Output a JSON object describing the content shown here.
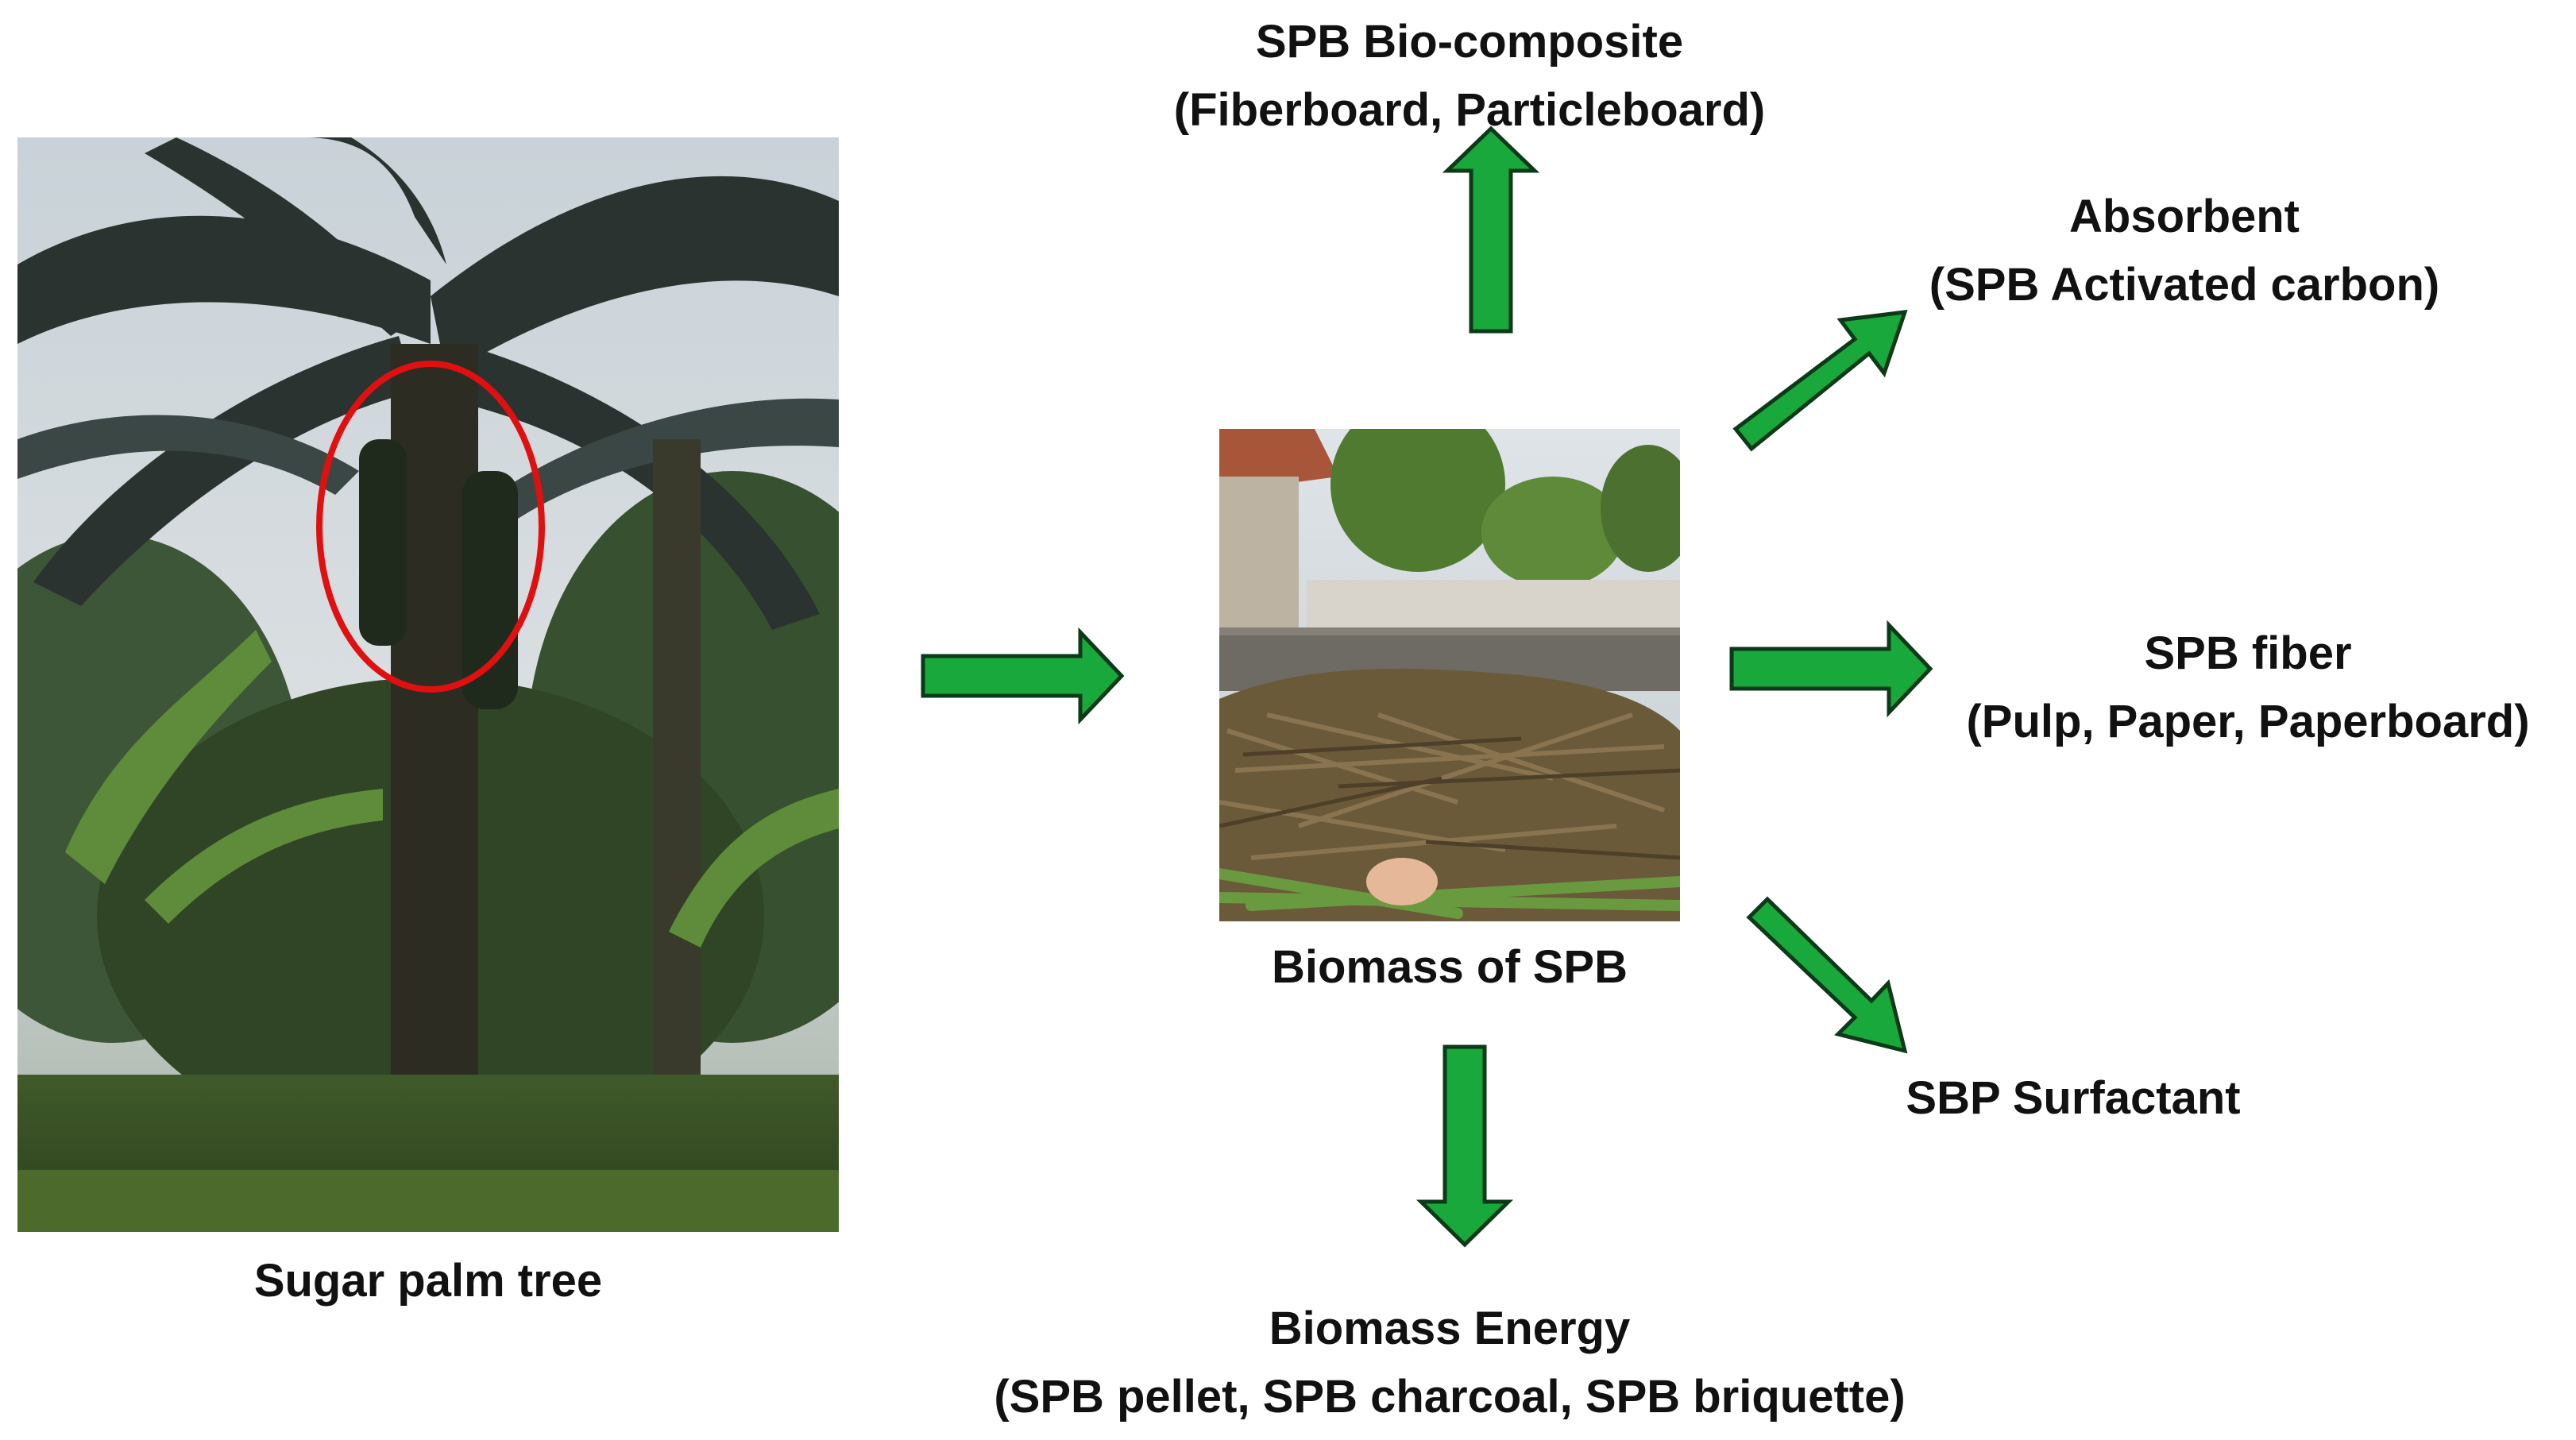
{
  "source": {
    "caption": "Sugar palm tree",
    "image": "sugar-palm-tree-photo"
  },
  "center": {
    "caption": "Biomass of SPB",
    "image": "spb-biomass-pile-photo"
  },
  "products": {
    "biocomposite": {
      "title": "SPB Bio-composite",
      "detail": "(Fiberboard, Particleboard)"
    },
    "absorbent": {
      "title": "Absorbent",
      "detail": "(SPB Activated carbon)"
    },
    "fiber": {
      "title": "SPB fiber",
      "detail": "(Pulp, Paper, Paperboard)"
    },
    "surfactant": {
      "title": "SBP Surfactant"
    },
    "energy": {
      "title": "Biomass Energy",
      "detail": "(SPB pellet, SPB charcoal, SPB briquette)"
    }
  },
  "colors": {
    "arrow_fill": "#18a83c",
    "arrow_stroke": "#0c3a18",
    "highlight_ellipse": "#e01010",
    "text": "#111111"
  }
}
